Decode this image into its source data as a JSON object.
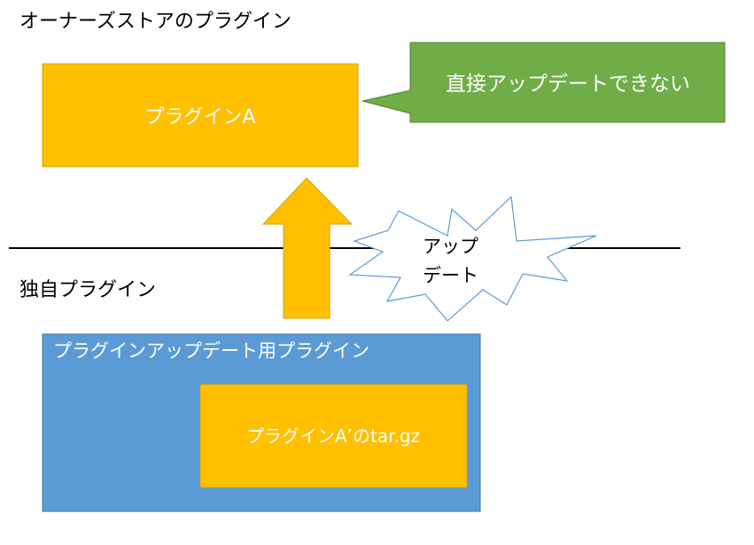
{
  "top_section": {
    "label": "オーナーズストアのプラグイン"
  },
  "plugin_a": {
    "label": "プラグインA"
  },
  "callout": {
    "text": "直接アップデートできない"
  },
  "update_burst": {
    "line1": "アップ",
    "line2": "デート"
  },
  "bottom_section": {
    "label": "独自プラグイン"
  },
  "updater_plugin": {
    "label": "プラグインアップデート用プラグイン"
  },
  "archive": {
    "label": "プラグインA’のtar.gz"
  },
  "colors": {
    "orange": "#FFC000",
    "orange_border": "#D6A100",
    "green": "#70AD47",
    "green_border": "#507E32",
    "blue": "#5B9BD5",
    "blue_border": "#41719C",
    "burst_border": "#5B9BD5",
    "text_dark": "#000000",
    "text_light": "#FFFFFF"
  }
}
